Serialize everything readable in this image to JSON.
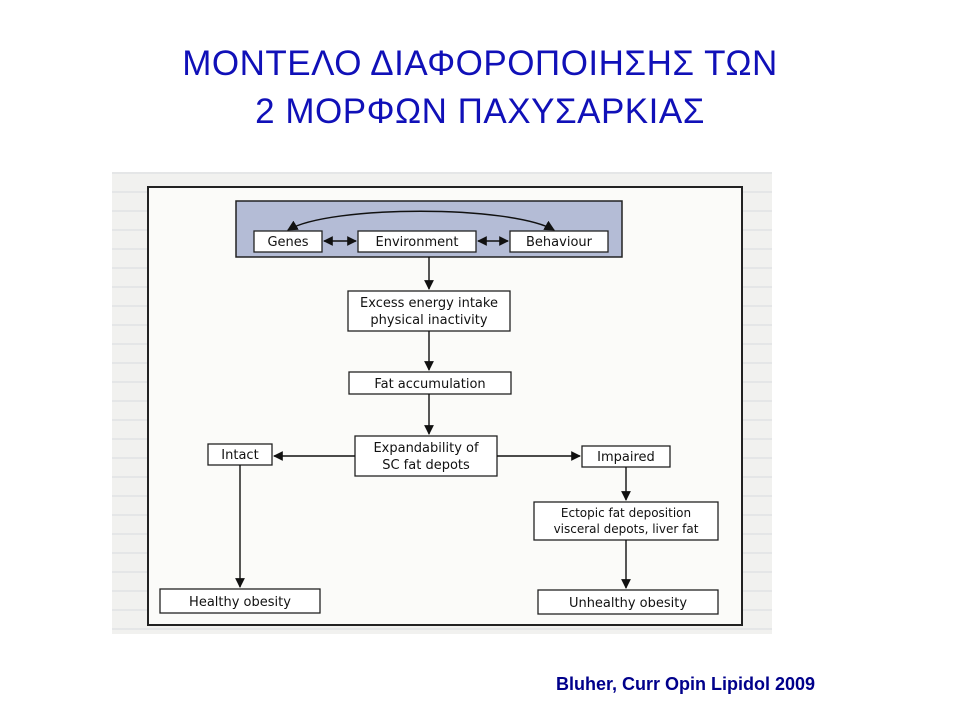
{
  "title": {
    "line1": "ΜΟΝΤΕΛΟ ΔΙΑΦΟΡΟΠΟΙΗΣΗΣ ΤΩΝ",
    "line2": "2 ΜΟΡΦΩΝ ΠΑΧΥΣΑΡΚΙΑΣ"
  },
  "diagram": {
    "nodes": {
      "genes": "Genes",
      "environment": "Environment",
      "behaviour": "Behaviour",
      "excess_line1": "Excess energy intake",
      "excess_line2": "physical inactivity",
      "fat_accumulation": "Fat accumulation",
      "expandability_line1": "Expandability of",
      "expandability_line2": "SC fat depots",
      "intact": "Intact",
      "impaired": "Impaired",
      "ectopic_line1": "Ectopic fat deposition",
      "ectopic_line2": "visceral depots, liver fat",
      "healthy": "Healthy obesity",
      "unhealthy": "Unhealthy obesity"
    }
  },
  "citation": "Bluher, Curr Opin Lipidol 2009",
  "colors": {
    "title": "#1010b8",
    "citation": "#00008b",
    "factor_band": "#b4bcd6"
  }
}
